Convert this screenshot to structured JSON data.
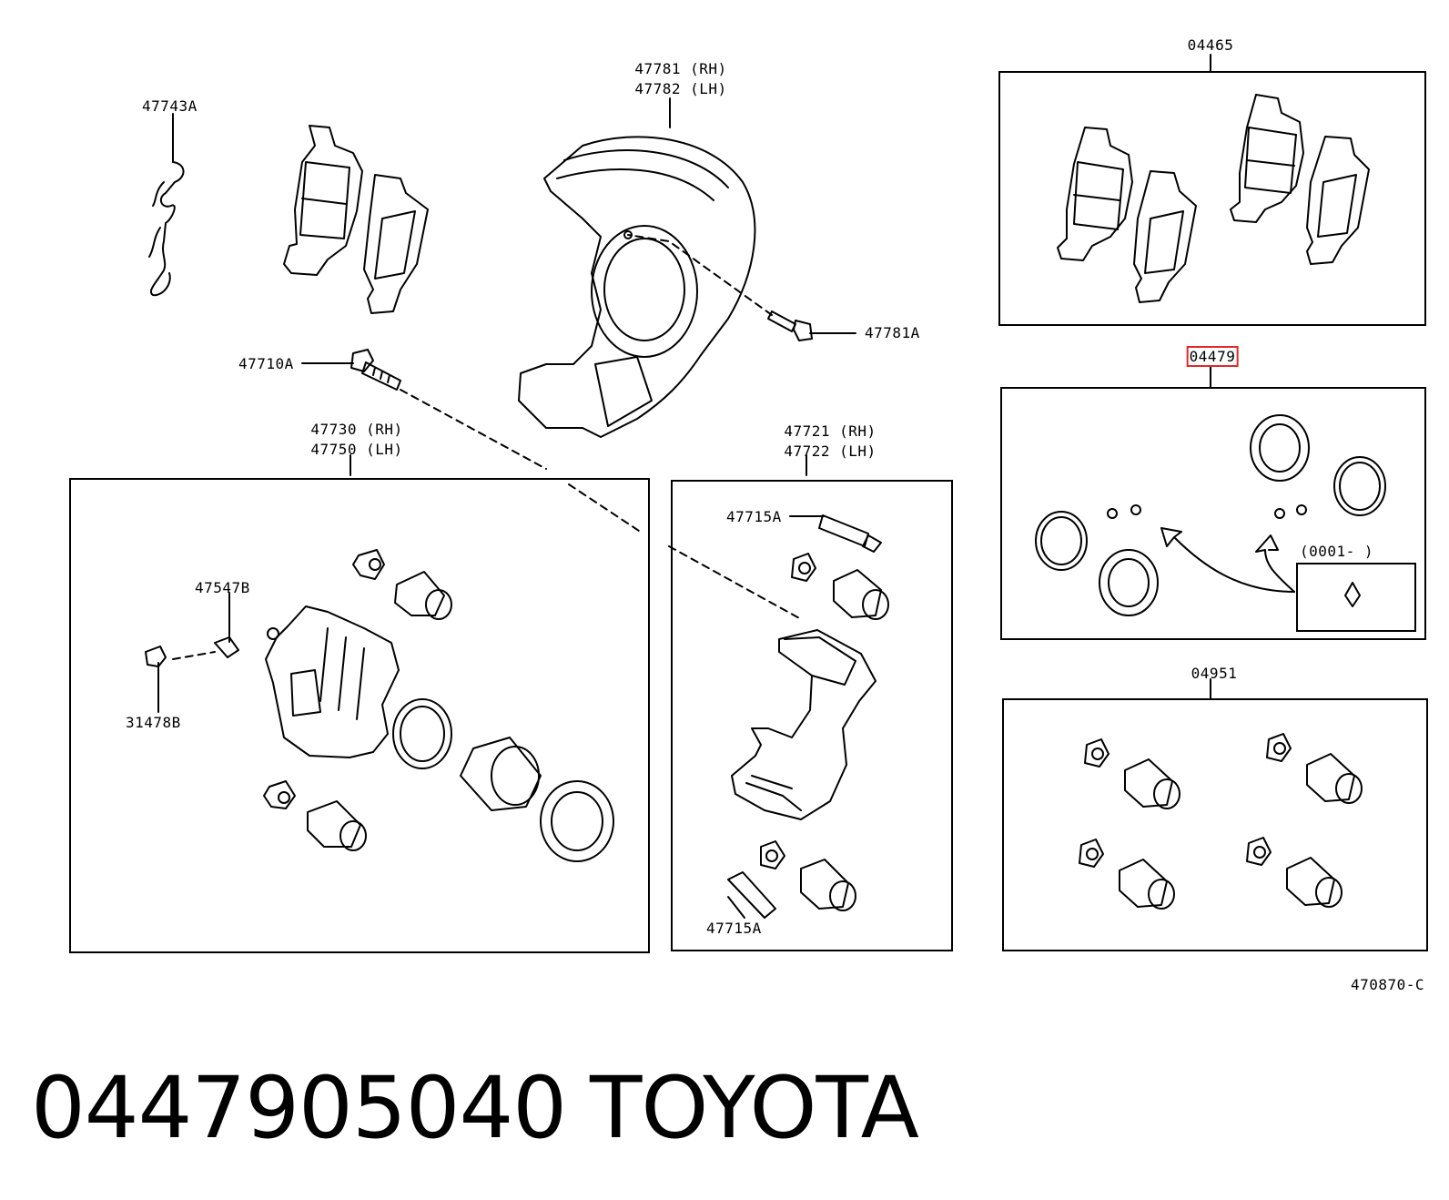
{
  "callouts": {
    "spring": "47743A",
    "shield_rh": "47781 (RH)",
    "shield_lh": "47782 (LH)",
    "shield_bolt": "47781A",
    "caliper_bolt": "47710A",
    "bleeder_plug": "47547B",
    "bleeder_cap": "31478B",
    "cylinder_rh": "47730 (RH)",
    "cylinder_lh": "47750 (LH)",
    "mounting_rh": "47721 (RH)",
    "mounting_lh": "47722 (LH)",
    "slide_pin_top": "47715A",
    "slide_pin_bottom": "47715A",
    "pad_kit": "04465",
    "seal_kit": "04479",
    "seal_kit_date": "(0001-      )",
    "boot_kit": "04951",
    "drawing_number": "470870-C"
  },
  "caption": {
    "part_number": "0447905040",
    "brand": "TOYOTA"
  }
}
